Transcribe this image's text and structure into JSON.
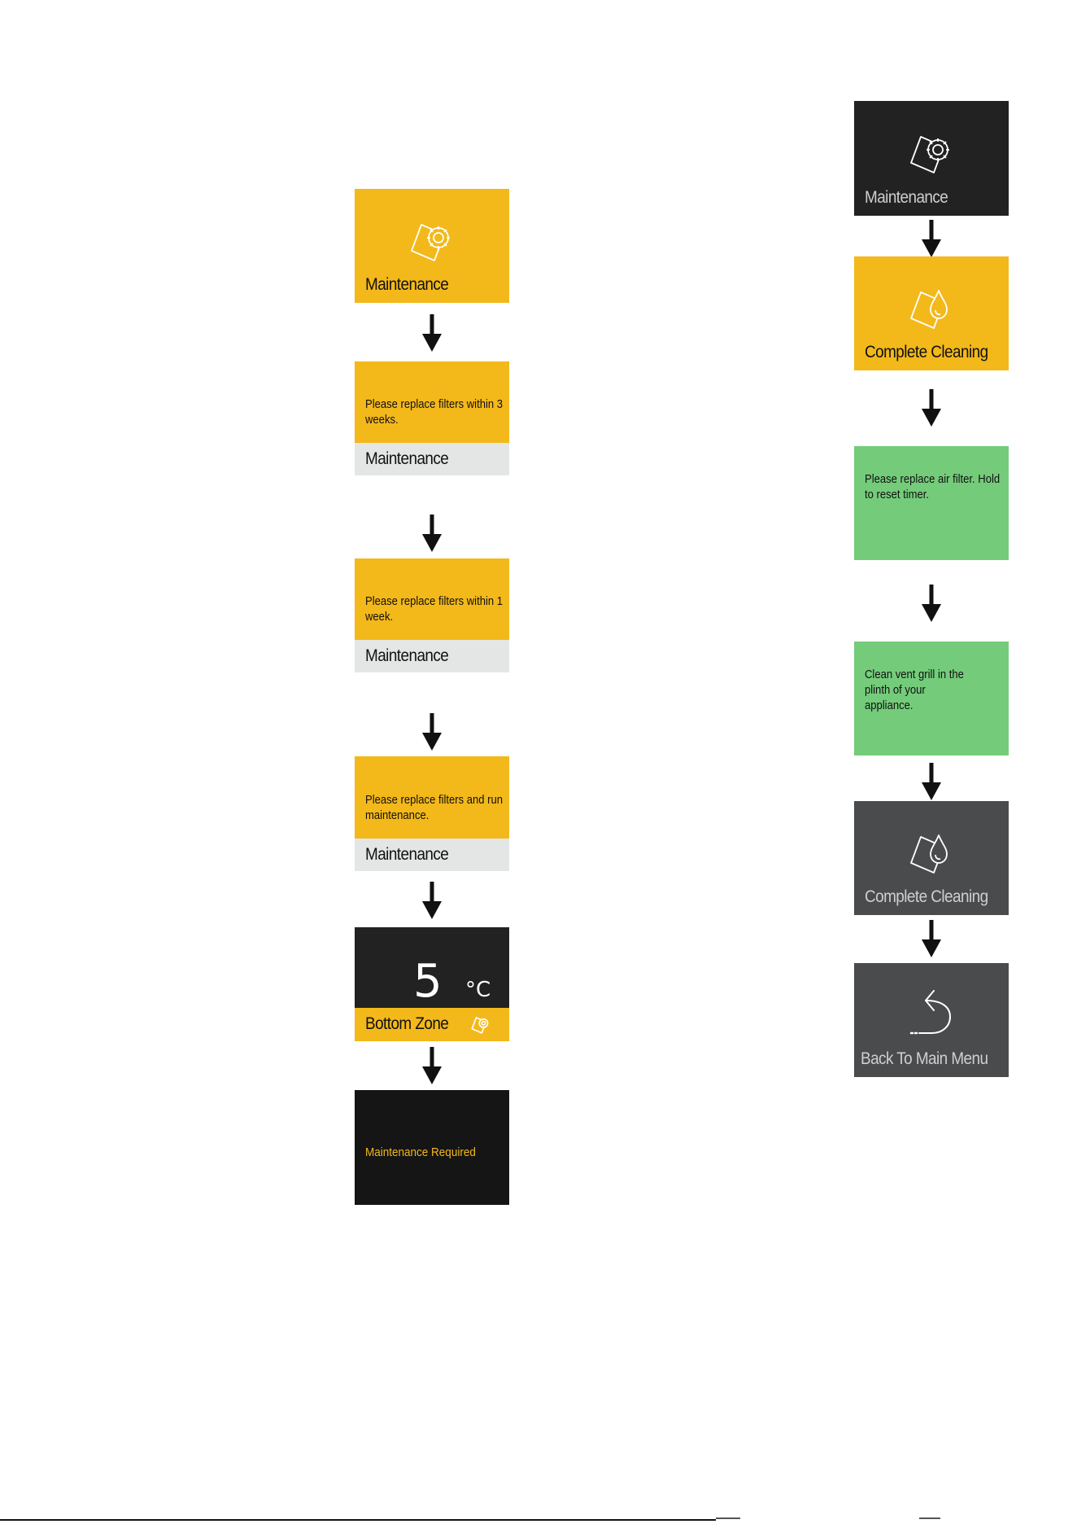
{
  "left_column": {
    "maintenance_tile": {
      "label": "Maintenance",
      "icon": "maintenance-gear-icon"
    },
    "warning_3_weeks": {
      "message": "Please replace filters within 3 weeks.",
      "label": "Maintenance"
    },
    "warning_1_week": {
      "message": "Please replace filters within 1 week.",
      "label": "Maintenance"
    },
    "warning_now": {
      "message": "Please replace filters and run maintenance.",
      "label": "Maintenance"
    },
    "bottom_zone": {
      "temperature": "5",
      "unit": "°C",
      "label": "Bottom Zone",
      "icon": "maintenance-gear-icon"
    },
    "maintenance_required": {
      "message": "Maintenance Required"
    }
  },
  "right_column": {
    "maintenance_tile": {
      "label": "Maintenance",
      "icon": "maintenance-gear-icon"
    },
    "complete_cleaning_active": {
      "label": "Complete Cleaning",
      "icon": "cleaning-drop-icon"
    },
    "air_filter": {
      "message": "Please replace air filter. Hold to reset timer."
    },
    "vent_grill": {
      "message": "Clean vent grill in the plinth of your appliance."
    },
    "complete_cleaning_done": {
      "label": "Complete Cleaning",
      "icon": "cleaning-drop-icon"
    },
    "back_to_main": {
      "label": "Back To Main Menu",
      "icon": "back-arrow-icon"
    }
  },
  "colors": {
    "accent_yellow": "#f3b81a",
    "dark": "#222222",
    "black": "#151515",
    "green": "#74cc7a",
    "gray": "#4a4b4d",
    "strip": "#e4e6e5"
  }
}
